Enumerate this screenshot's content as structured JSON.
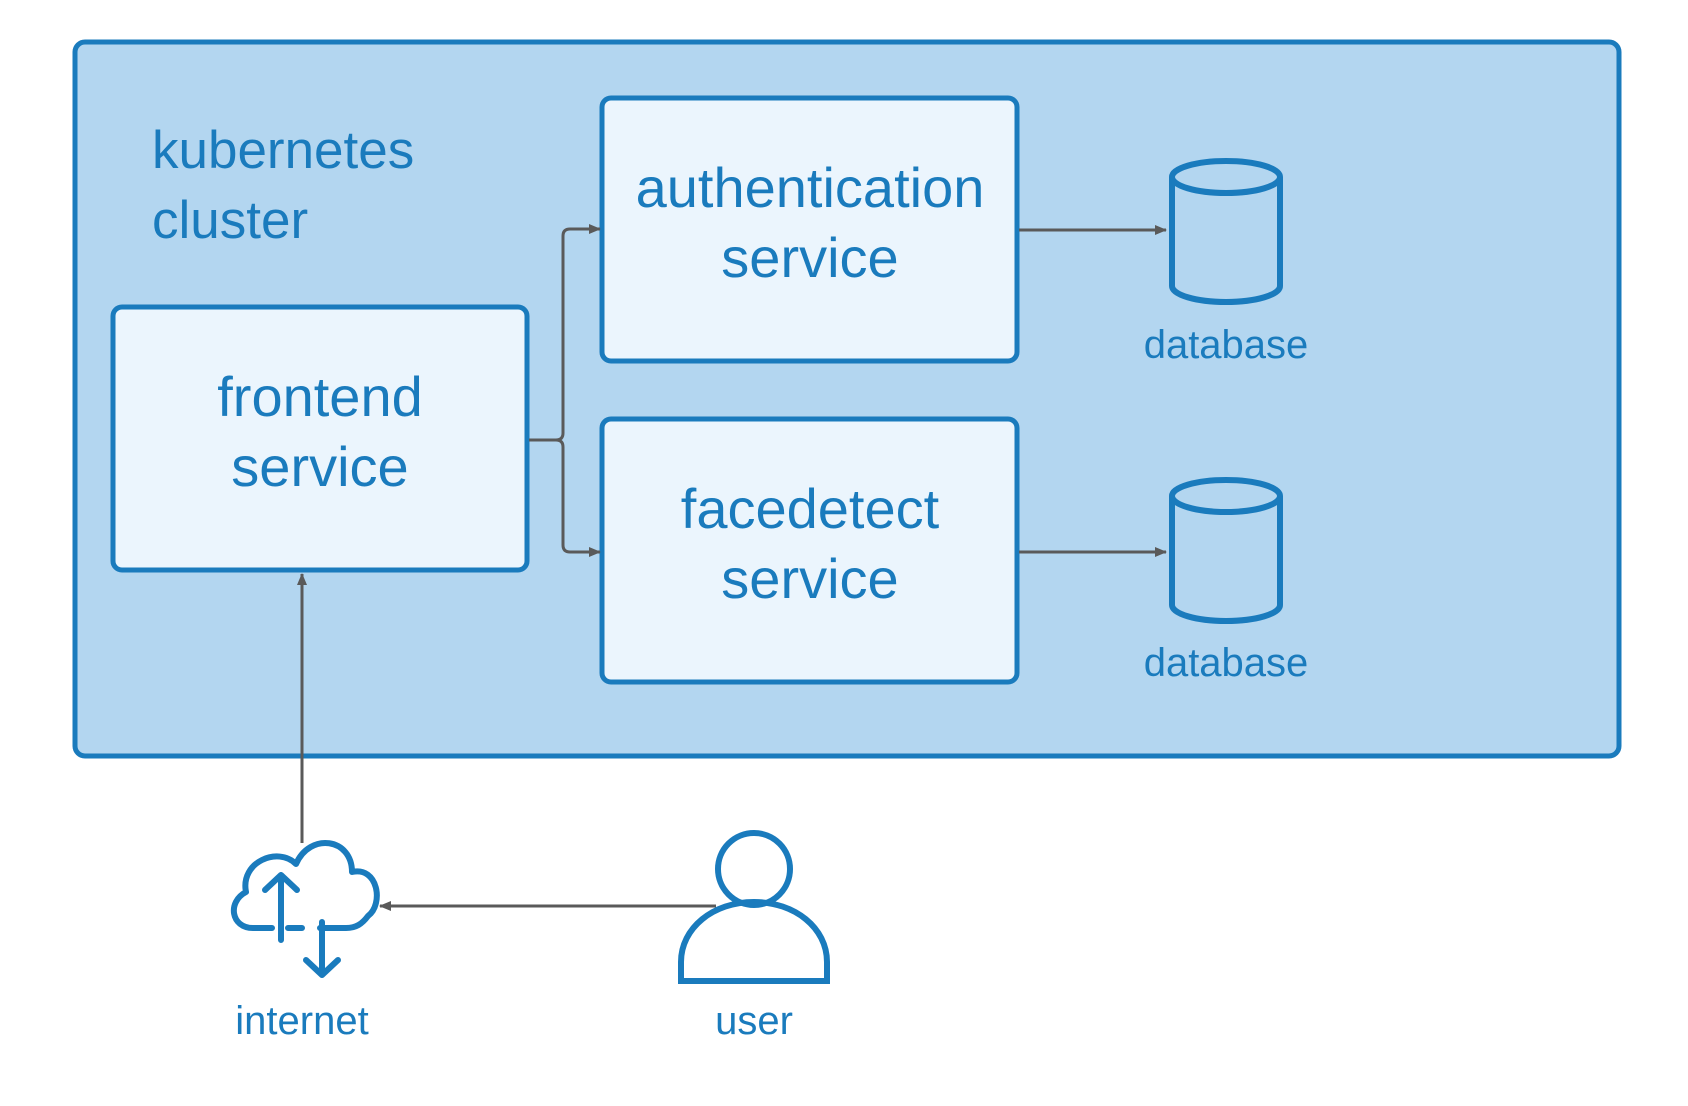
{
  "cluster": {
    "title_line1": "kubernetes",
    "title_line2": "cluster"
  },
  "services": {
    "frontend": {
      "line1": "frontend",
      "line2": "service"
    },
    "auth": {
      "line1": "authentication",
      "line2": "service"
    },
    "facedetect": {
      "line1": "facedetect",
      "line2": "service"
    }
  },
  "databases": {
    "auth_db": {
      "label": "database"
    },
    "face_db": {
      "label": "database"
    }
  },
  "external": {
    "internet": {
      "label": "internet"
    },
    "user": {
      "label": "user"
    }
  },
  "colors": {
    "accent": "#1a7bbd",
    "cluster_fill": "#b3d6f0",
    "box_fill": "#ebf5fd",
    "arrow": "#5a5a5a",
    "background": "#ffffff"
  },
  "icons": {
    "internet": "cloud-upload-download-icon",
    "user": "person-icon",
    "database": "cylinder-database-icon"
  }
}
